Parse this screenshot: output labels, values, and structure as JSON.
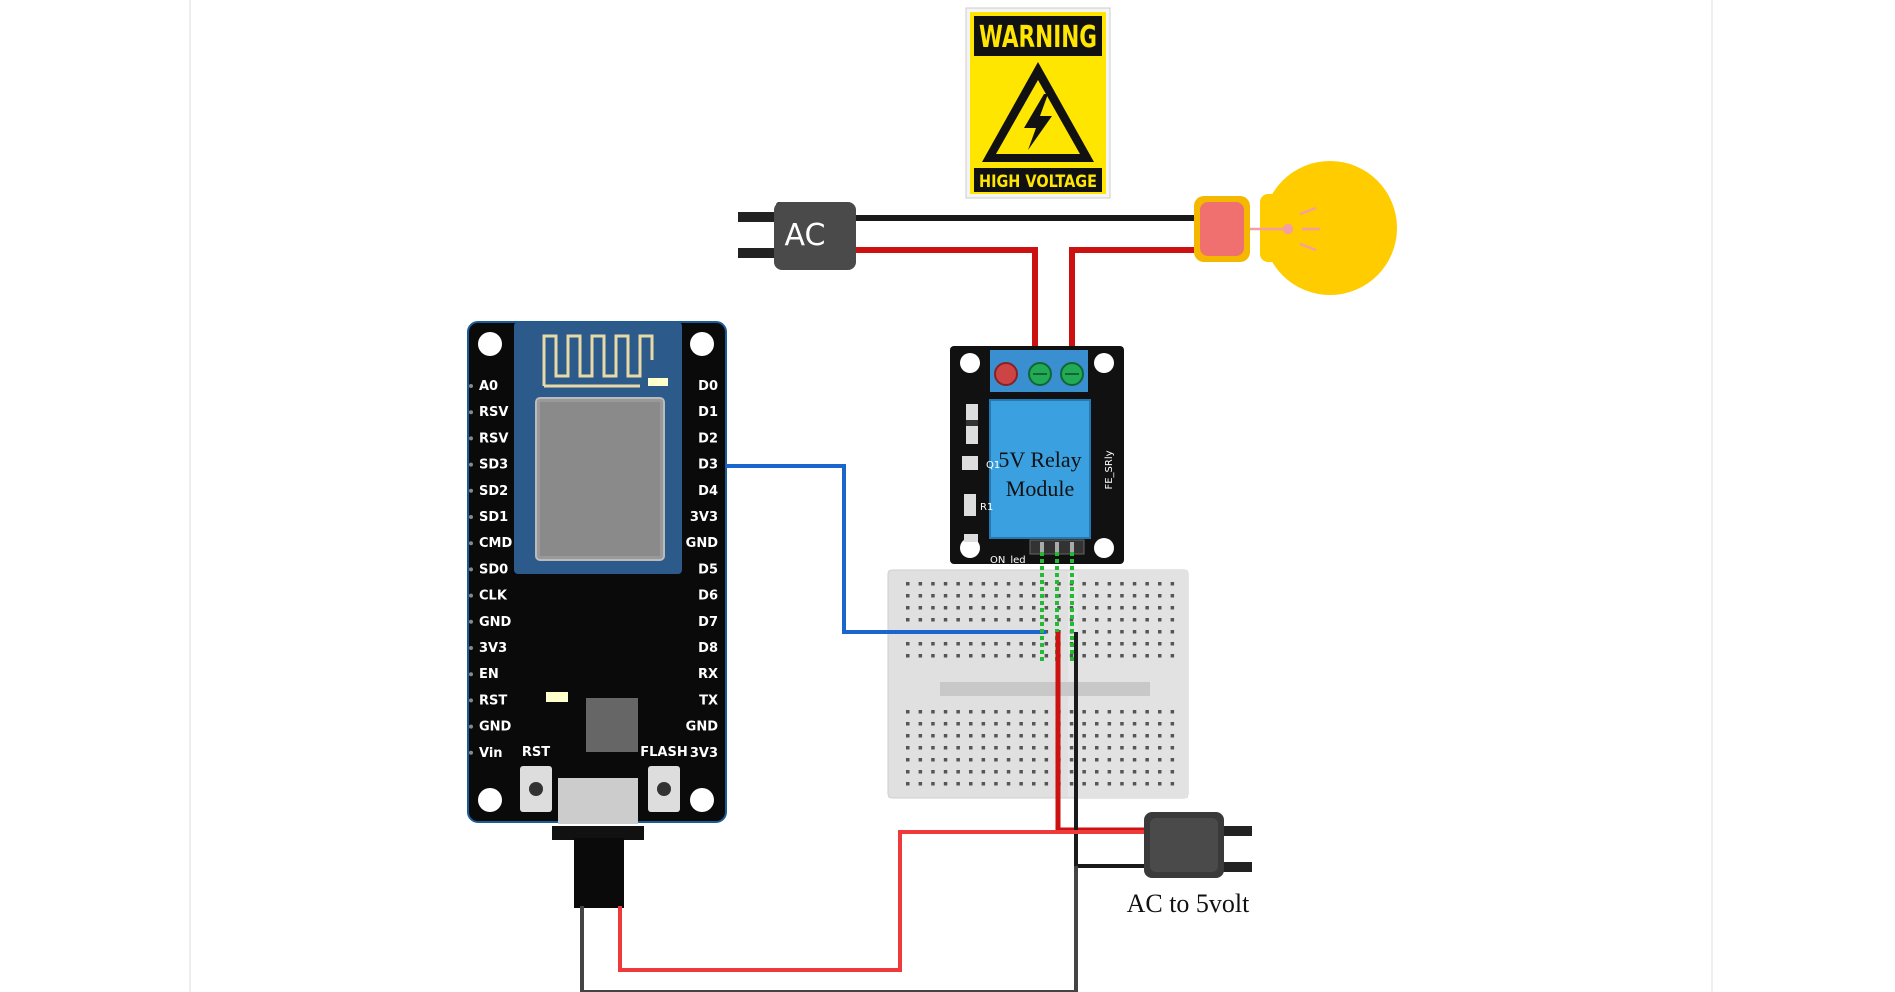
{
  "warning_sign": {
    "title": "WARNING",
    "subtitle": "HIGH VOLTAGE"
  },
  "ac_plug": {
    "label": "AC"
  },
  "relay": {
    "label_line1": "5V Relay",
    "label_line2": "Module",
    "side_label": "FE_SRly",
    "on_led_label": "ON_led",
    "q_label": "Q1",
    "r1_label": "R1"
  },
  "power_adapter": {
    "label": "AC to 5volt"
  },
  "nodemcu": {
    "left_pins": [
      "A0",
      "RSV",
      "RSV",
      "SD3",
      "SD2",
      "SD1",
      "CMD",
      "SD0",
      "CLK",
      "GND",
      "3V3",
      "EN",
      "RST",
      "GND",
      "Vin"
    ],
    "right_pins": [
      "D0",
      "D1",
      "D2",
      "D3",
      "D4",
      "3V3",
      "GND",
      "D5",
      "D6",
      "D7",
      "D8",
      "RX",
      "TX",
      "GND",
      "3V3"
    ],
    "rst_button_label": "RST",
    "flash_button_label": "FLASH"
  },
  "colors": {
    "wire_black": "#1a1a1a",
    "wire_red": "#cc1111",
    "wire_light_red": "#ee3a3a",
    "wire_blue": "#1a66cc",
    "wire_gray": "#444444",
    "relay_blue": "#3aa0e0",
    "bulb_yellow": "#ffcc00",
    "bulb_base": "#f07070",
    "warning_yellow": "#ffe600"
  }
}
